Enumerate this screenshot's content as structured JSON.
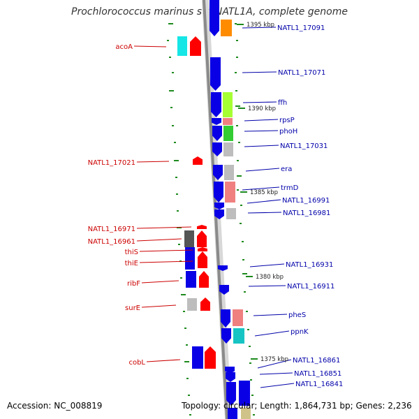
{
  "title": "Prochlorococcus marinus str. NATL1A, complete genome",
  "footer": {
    "accession": "Accession: NC_008819",
    "topology": "Topology: circular; Length: 1,864,731 bp; Genes: 2,236"
  },
  "colors": {
    "backbone": "#8a8a8a",
    "tick": "#1d8a1d",
    "gene_blue": "#0a00e6",
    "gene_red": "#ff0000",
    "gene_gray": "#bdbdbd",
    "gene_dark": "#555555",
    "label_left": "#cc0000",
    "label_right": "#0000aa",
    "orange": "#ff8c00",
    "cyan": "#16e6e6",
    "lime": "#a6ff33",
    "green": "#33cc33",
    "salmon": "#f08080",
    "teal": "#17c4c4"
  },
  "scale_labels": [
    "1395 kbp",
    "1390 kbp",
    "1385 kbp",
    "1380 kbp",
    "1375 kbp"
  ],
  "left_labels": [
    "acoA",
    "NATL1_17021",
    "NATL1_16971",
    "NATL1_16961",
    "thiS",
    "thiE",
    "ribF",
    "surE",
    "cobL"
  ],
  "right_labels": [
    "NATL1_17091",
    "NATL1_17071",
    "ffh",
    "rpsP",
    "phoH",
    "NATL1_17031",
    "era",
    "trmD",
    "NATL1_16991",
    "NATL1_16981",
    "NATL1_16931",
    "NATL1_16911",
    "pheS",
    "ppnK",
    "NATL1_16861",
    "NATL1_16851",
    "NATL1_16841"
  ]
}
